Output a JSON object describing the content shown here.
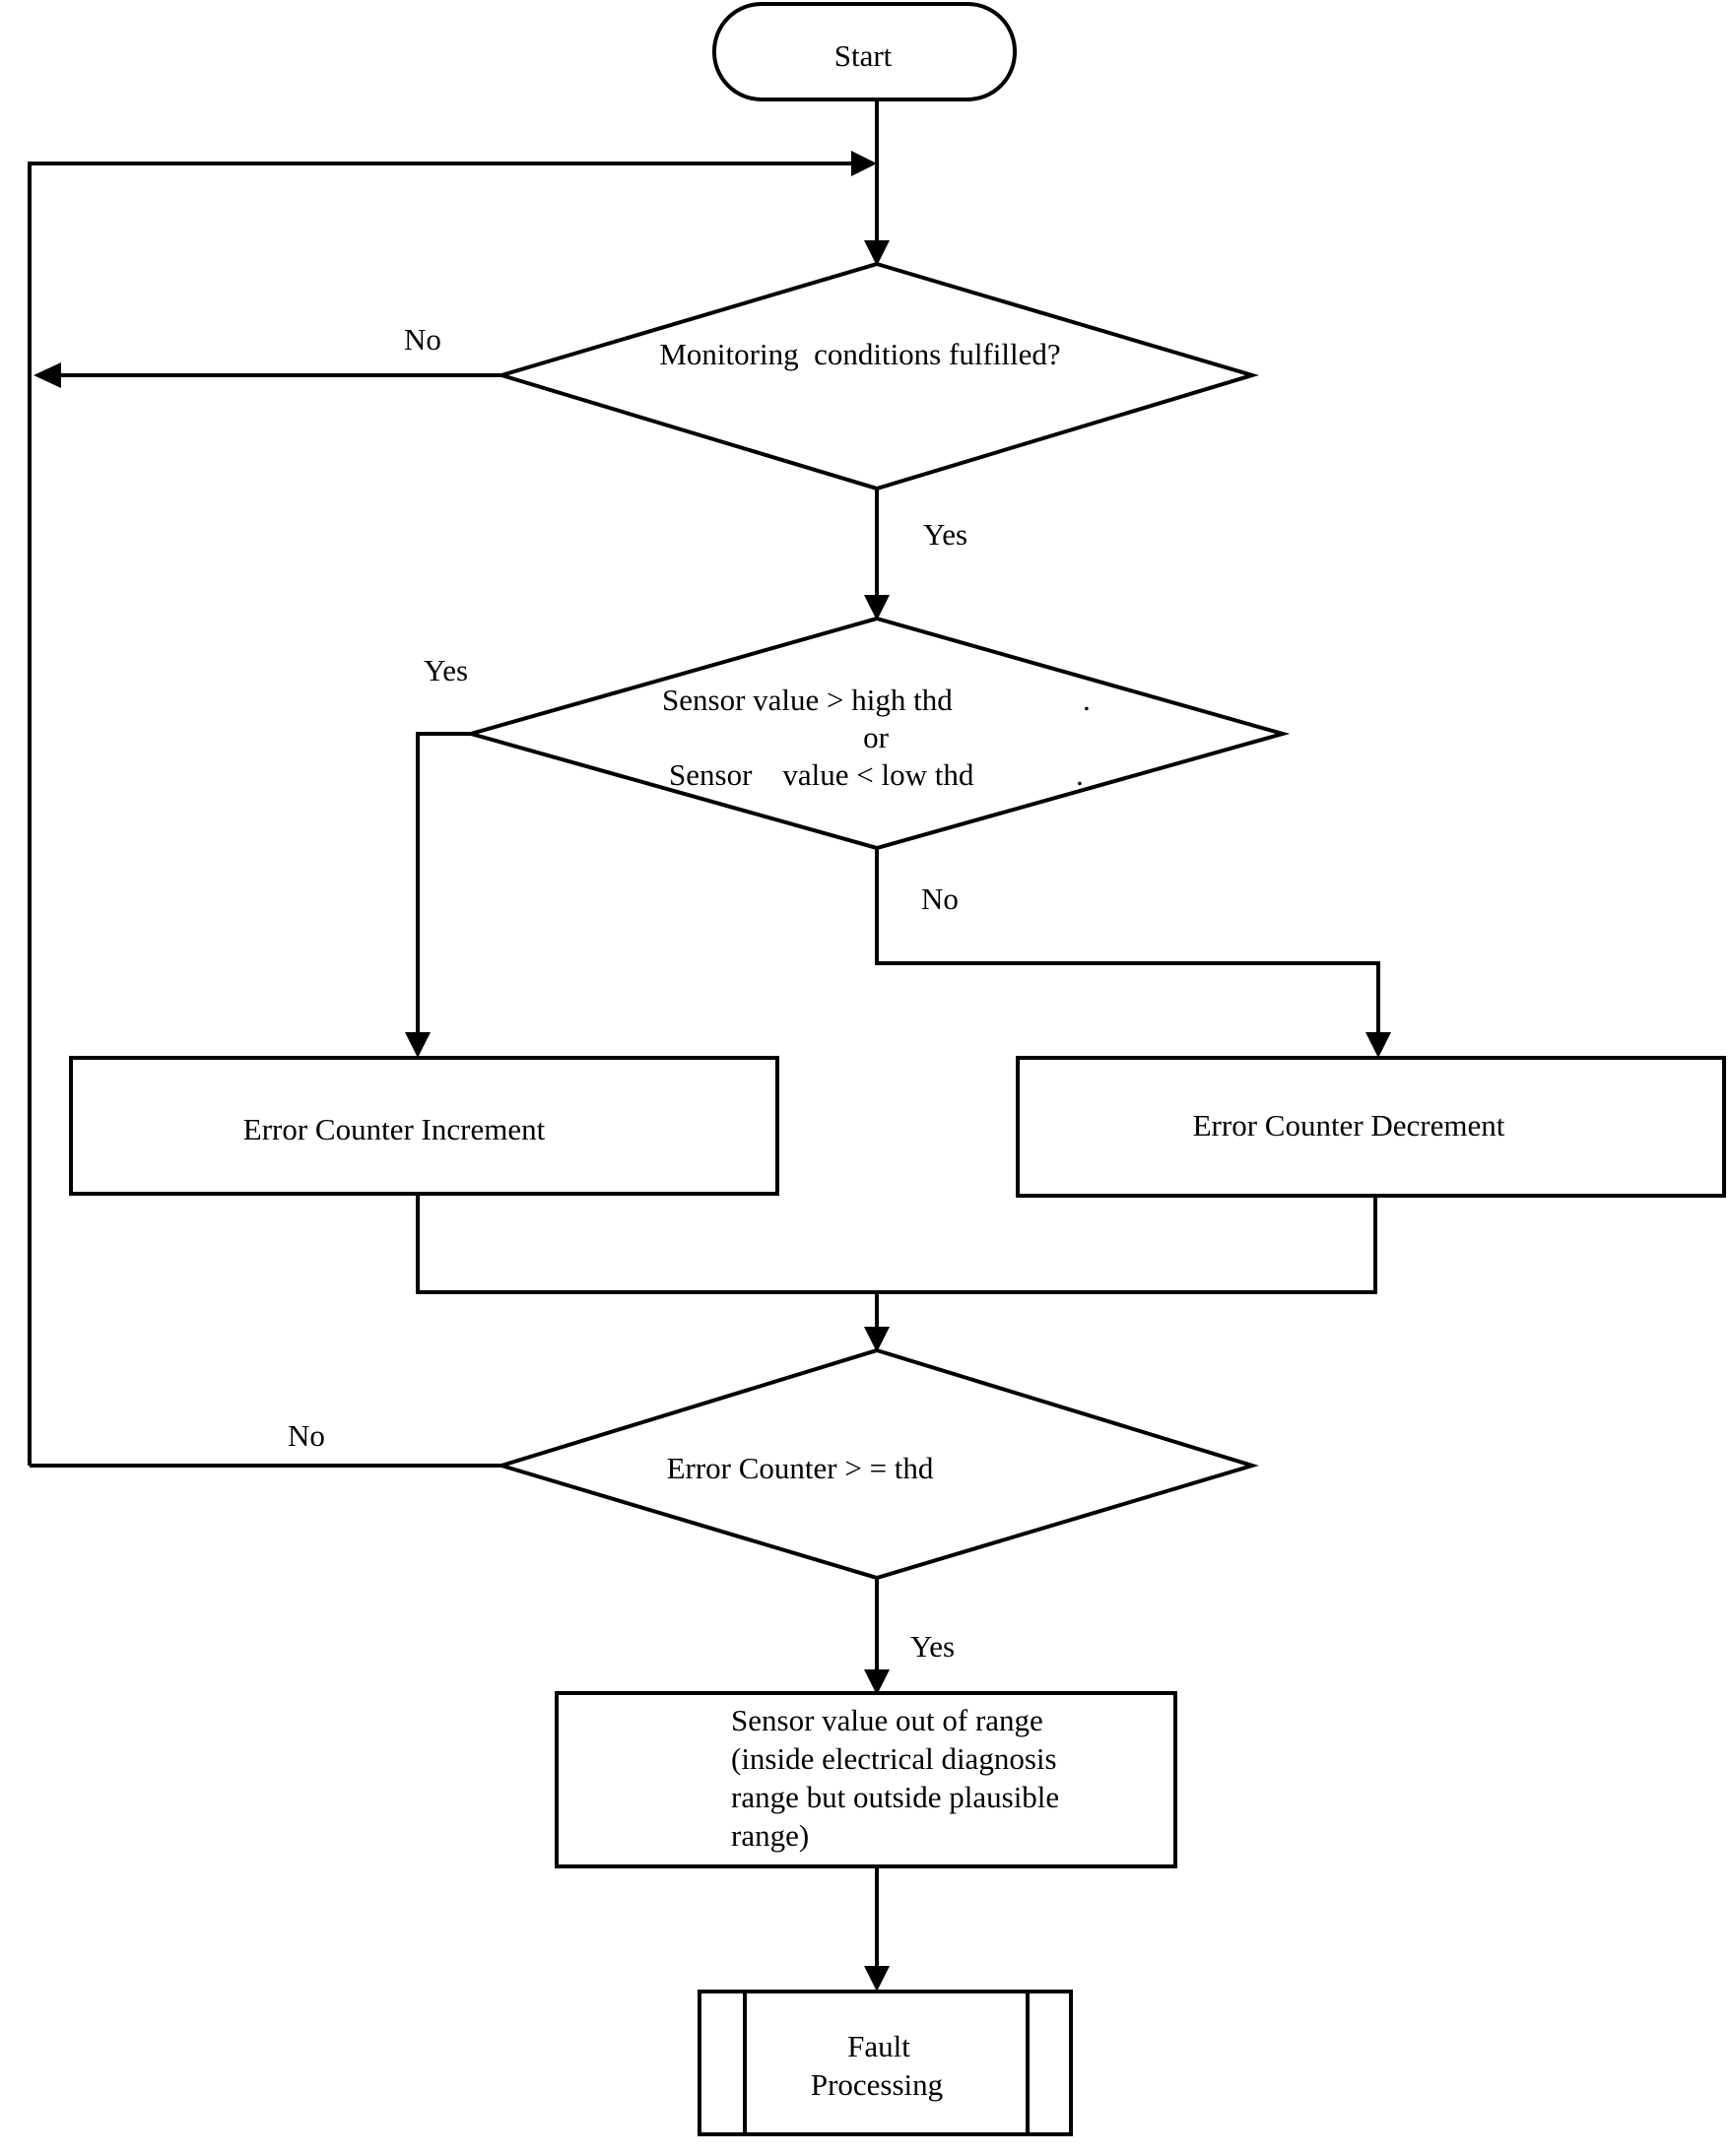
{
  "flowchart": {
    "start": "Start",
    "decision_monitoring": "Monitoring  conditions fulfilled?",
    "decision_threshold": {
      "line1": "Sensor value > high thd",
      "line2": "or",
      "line3": "Sensor    value < low thd",
      "dot1": ".",
      "dot2": "."
    },
    "process_increment": "Error Counter Increment",
    "process_decrement": "Error Counter Decrement",
    "decision_counter": "Error Counter > = thd",
    "process_out_of_range": {
      "line1": "Sensor value out of range",
      "line2": "(inside electrical diagnosis",
      "line3": "range but outside plausible",
      "line4": "range)"
    },
    "subprocess_fault": {
      "line1": "Fault",
      "line2": "Processing"
    },
    "labels": {
      "monitoring_no": "No",
      "monitoring_yes": "Yes",
      "threshold_yes": "Yes",
      "threshold_no": "No",
      "counter_no": "No",
      "counter_yes": "Yes"
    }
  }
}
